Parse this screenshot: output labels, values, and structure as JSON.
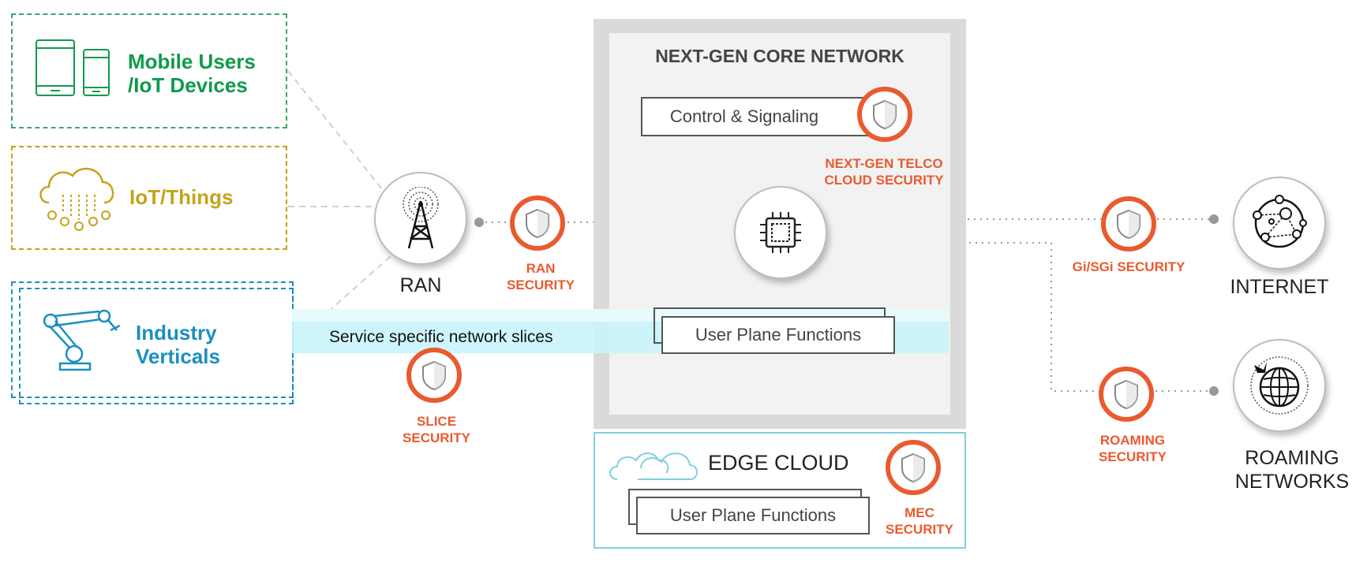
{
  "sources": {
    "mobile": {
      "label_line1": "Mobile Users",
      "label_line2": "/IoT Devices",
      "color": "#0f9a4c"
    },
    "iot": {
      "label": "IoT/Things",
      "color": "#c4a41a"
    },
    "industry": {
      "label_line1": "Industry",
      "label_line2": "Verticals",
      "color": "#1b8fc0"
    }
  },
  "ran": {
    "label": "RAN"
  },
  "ran_security": {
    "line1": "RAN",
    "line2": "SECURITY"
  },
  "slice_bar": {
    "label": "Service specific network slices"
  },
  "slice_security": {
    "line1": "SLICE",
    "line2": "SECURITY"
  },
  "core": {
    "title": "NEXT-GEN CORE NETWORK",
    "control_label": "Control & Signaling",
    "telco_security_line1": "NEXT-GEN TELCO",
    "telco_security_line2": "CLOUD SECURITY",
    "user_plane_label": "User Plane Functions"
  },
  "edge": {
    "title": "EDGE CLOUD",
    "user_plane_label": "User Plane Functions",
    "mec_line1": "MEC",
    "mec_line2": "SECURITY"
  },
  "gi_security": {
    "label": "Gi/SGi SECURITY"
  },
  "internet": {
    "label": "INTERNET"
  },
  "roaming_security": {
    "line1": "ROAMING",
    "line2": "SECURITY"
  },
  "roaming": {
    "line1": "ROAMING",
    "line2": "NETWORKS"
  },
  "colors": {
    "accent": "#ea5a2f",
    "slice": "#c9f4fb",
    "core_bg": "#dadada",
    "core_inner": "#f2f2f2"
  }
}
